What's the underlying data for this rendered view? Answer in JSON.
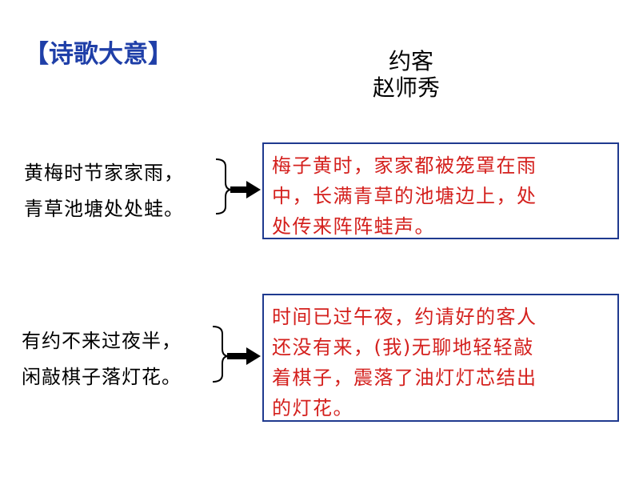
{
  "heading": "【诗歌大意】",
  "poem": {
    "title": "约客",
    "author": "赵师秀"
  },
  "pairs": [
    {
      "lines": [
        "黄梅时节家家雨，",
        "青草池塘处处蛙。"
      ],
      "translation": [
        "梅子黄时，家家都被笼罩在雨",
        "中，长满青草的池塘边上，处",
        "处传来阵阵蛙声。"
      ]
    },
    {
      "lines": [
        "有约不来过夜半，",
        "闲敲棋子落灯花。"
      ],
      "translation": [
        "时间已过午夜，约请好的客人",
        "还没有来，(我)无聊地轻轻敲",
        "着棋子，震落了油灯灯芯结出",
        "的灯花。"
      ]
    }
  ],
  "colors": {
    "heading": "#1f3fa8",
    "translation_text": "#d4201d",
    "box_border": "#1f3a8f"
  },
  "icons": [
    "brace-icon",
    "arrow-right-icon"
  ]
}
